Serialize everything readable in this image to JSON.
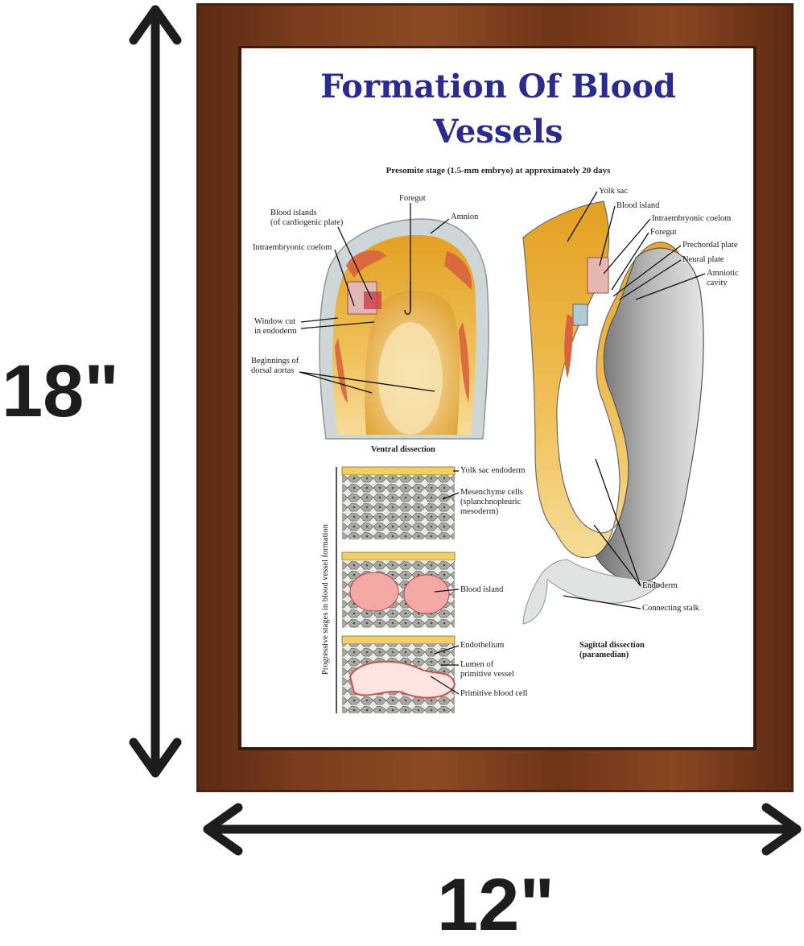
{
  "poster": {
    "title_line1": "Formation Of Blood",
    "title_line2": "Vessels",
    "subtitle": "Presomite stage (1.5-mm embryo) at approximately 20 days",
    "side_caption": "Progressive stages in blood vessel formation"
  },
  "dimensions": {
    "height": "18\"",
    "width": "12\""
  },
  "ventral": {
    "caption": "Ventral dissection",
    "labels": {
      "foregut": "Foregut",
      "amnion": "Amnion",
      "blood_islands": "Blood islands\n(of cardiogenic plate)",
      "intraembryonic_coelom": "Intraembryonic coelom",
      "window_cut": "Window cut\nin endoderm",
      "dorsal_aortas": "Beginnings of\ndorsal aortas"
    }
  },
  "sagittal": {
    "caption": "Sagittal dissection\n(paramedian)",
    "labels": {
      "yolk_sac": "Yolk sac",
      "blood_island": "Blood island",
      "intraembryonic_coelom": "Intraembryonic coelom",
      "foregut": "Foregut",
      "prechordal_plate": "Prechordal plate",
      "neural_plate": "Neural plate",
      "amniotic_cavity": "Amniotic\ncavity",
      "endoderm": "Endoderm",
      "connecting_stalk": "Connecting stalk"
    }
  },
  "stages": {
    "yolk_sac_endoderm": "Yolk sac endoderm",
    "mesenchyme": "Mesenchyme cells\n(splanchnopleuric\nmesoderm)",
    "blood_island": "Blood island",
    "endothelium": "Endothelium",
    "lumen": "Lumen of\nprimitive vessel",
    "primitive_blood_cell": "Primitive blood cell"
  },
  "colors": {
    "title": "#2b2a8f",
    "frame_wood": "#7b3d1d",
    "yolk": "#e8a92a",
    "blood": "#d9665a"
  }
}
